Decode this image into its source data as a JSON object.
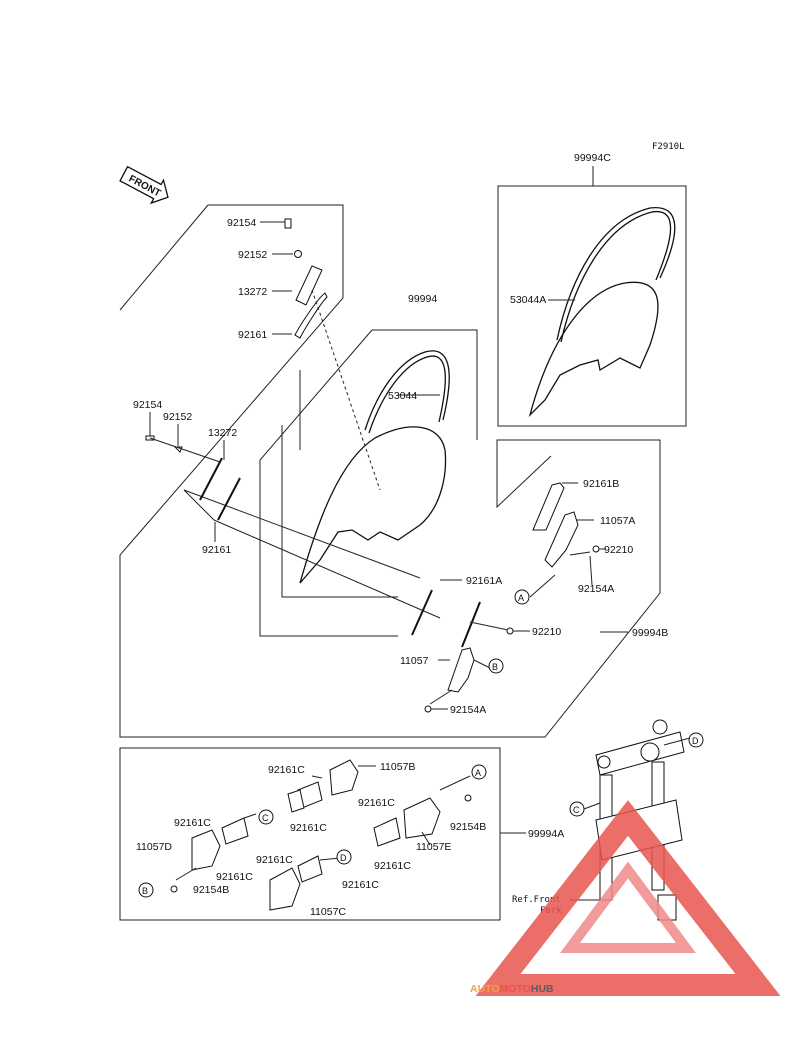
{
  "figure_code": "F2910L",
  "front_label": "FRONT",
  "ref_label_1": "Ref.Front",
  "ref_label_2": "Fork",
  "labels": {
    "p99994C": "99994C",
    "p53044A": "53044A",
    "p92154_top": "92154",
    "p92152_top": "92152",
    "p13272_top": "13272",
    "p92161_top": "92161",
    "p99994": "99994",
    "p53044": "53044",
    "p92154_left": "92154",
    "p92152_left": "92152",
    "p13272_left": "13272",
    "p92161_left": "92161",
    "p92161B": "92161B",
    "p11057A": "11057A",
    "p92210_right": "92210",
    "p92154A_right": "92154A",
    "p92161A": "92161A",
    "p92210_mid": "92210",
    "p99994B": "99994B",
    "p11057": "11057",
    "p92154A_bottom": "92154A",
    "p92161C_1": "92161C",
    "p11057B": "11057B",
    "p92161C_2": "92161C",
    "p92161C_3": "92161C",
    "p92154B_right": "92154B",
    "p92161C_4": "92161C",
    "p11057D": "11057D",
    "p92161C_5": "92161C",
    "p92161C_6": "92161C",
    "p11057E": "11057E",
    "p99994A": "99994A",
    "p92161C_7": "92161C",
    "p92161C_8": "92161C",
    "p92154B_left": "92154B",
    "p11057C": "11057C"
  },
  "callouts": {
    "A": "A",
    "B": "B",
    "C": "C",
    "D": "D"
  },
  "watermark": {
    "part1": "AUTO",
    "part2": "MOTO",
    "part3": "HUB",
    "color_orange": "#f2a33a",
    "color_red": "#e8554e",
    "color_gray": "#5c5c5c"
  }
}
